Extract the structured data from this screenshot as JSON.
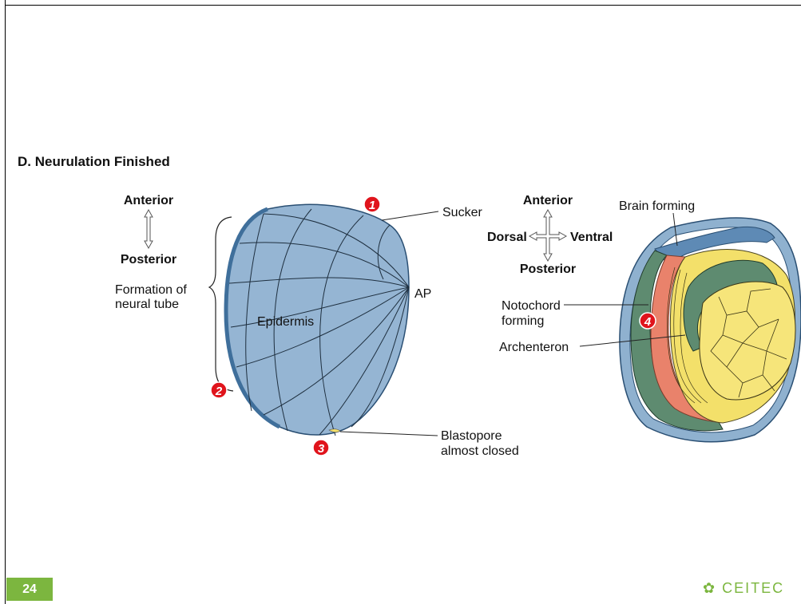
{
  "slide": {
    "heading": "D. Neurulation Finished",
    "page_number": "24",
    "logo_text": "CEITEC"
  },
  "left_figure": {
    "axis": {
      "top": "Anterior",
      "bottom": "Posterior"
    },
    "labels": {
      "formation_line1": "Formation of",
      "formation_line2": "neural tube",
      "epidermis": "Epidermis",
      "sucker": "Sucker",
      "ap": "AP",
      "blastopore_line1": "Blastopore",
      "blastopore_line2": "almost closed"
    },
    "markers": [
      "1",
      "2",
      "3"
    ]
  },
  "right_figure": {
    "axis": {
      "top": "Anterior",
      "bottom": "Posterior",
      "left": "Dorsal",
      "right": "Ventral"
    },
    "labels": {
      "brain": "Brain forming",
      "notochord_line1": "Notochord",
      "notochord_line2": "forming",
      "archenteron": "Archenteron"
    },
    "markers": [
      "4"
    ]
  },
  "colors": {
    "epidermis_fill": "#95b5d3",
    "epidermis_edge": "#3f6f9b",
    "mesoderm_green": "#5e8b70",
    "salmon": "#e9826b",
    "yolk_yellow": "#f3e06a",
    "marker_red": "#e0141c",
    "accent_green": "#7cb63f"
  }
}
